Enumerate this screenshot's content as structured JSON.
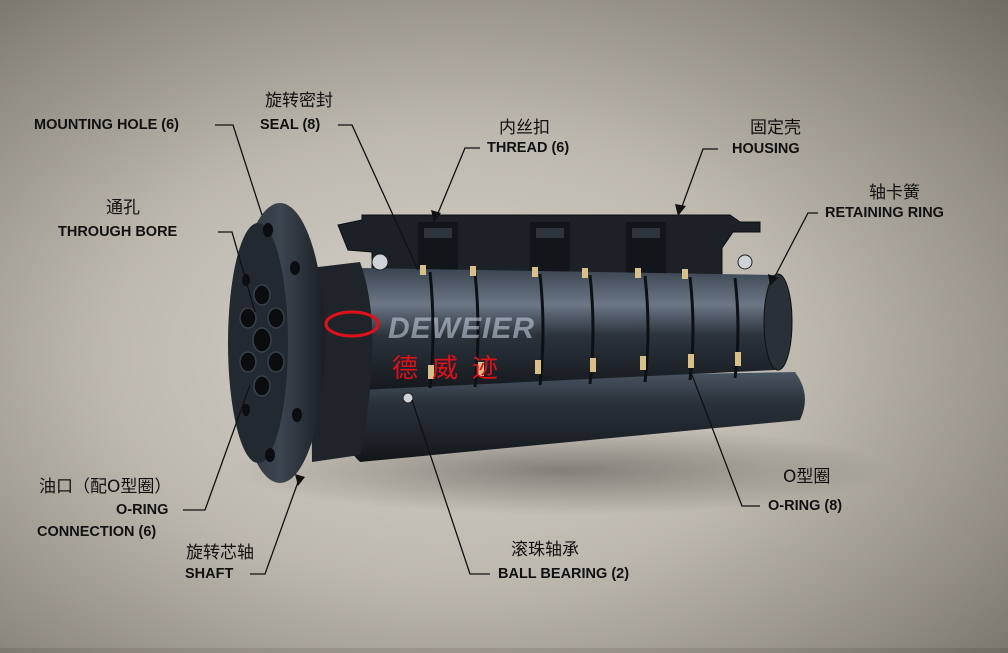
{
  "labels": {
    "mounting_hole": {
      "en": "MOUNTING HOLE (6)"
    },
    "seal": {
      "cn": "旋转密封",
      "en": "SEAL (8)"
    },
    "thread": {
      "cn": "内丝扣",
      "en": "THREAD (6)"
    },
    "housing": {
      "cn": "固定壳",
      "en": "HOUSING"
    },
    "retaining_ring": {
      "cn": "轴卡簧",
      "en": "RETAINING RING"
    },
    "through_bore": {
      "cn": "通孔",
      "en": "THROUGH BORE"
    },
    "oring_connection": {
      "cn": "油口（配O型圈）",
      "en1": "O-RING",
      "en2": "CONNECTION (6)"
    },
    "shaft": {
      "cn": "旋转芯轴",
      "en": "SHAFT"
    },
    "ball_bearing": {
      "cn": "滚珠轴承",
      "en": "BALL BEARING (2)"
    },
    "oring": {
      "cn": "O型圈",
      "en": "O-RING (8)"
    }
  },
  "brand": {
    "latin": "DEWEIER",
    "chinese": "德威迹",
    "accent_color": "#e0101a"
  },
  "colors": {
    "label_text": "#111111",
    "leader_line": "#111111",
    "body_metal": "#2a313a"
  }
}
